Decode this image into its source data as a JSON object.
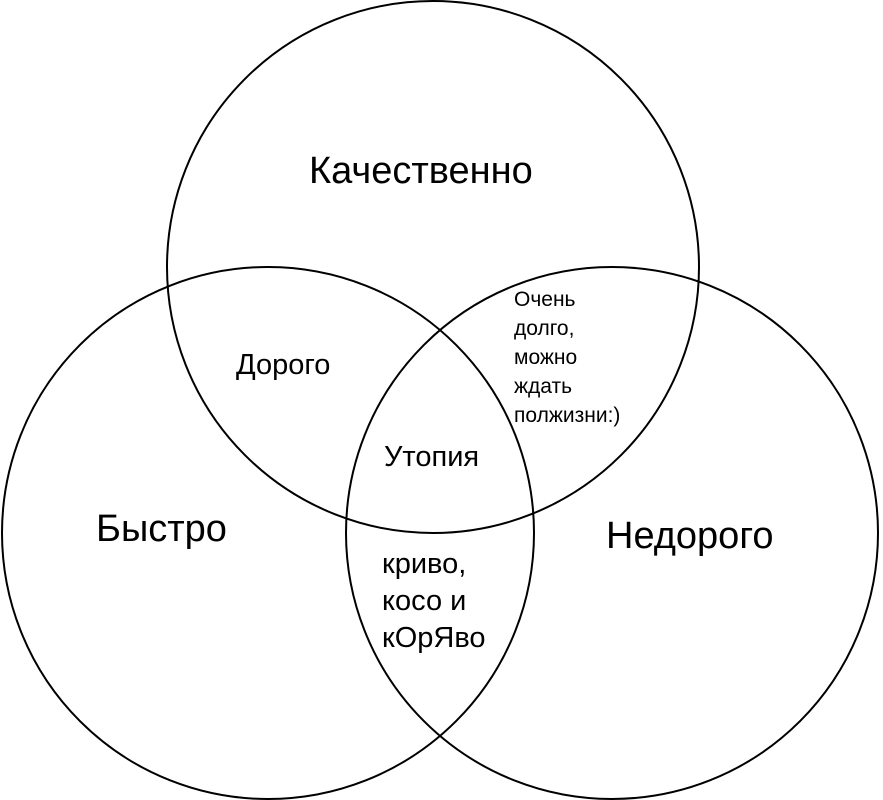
{
  "circles": [
    {
      "set": "Качественно"
    },
    {
      "set": "Быстро"
    },
    {
      "set": "Недорого"
    }
  ],
  "labels": {
    "quality": "Качественно",
    "fast": "Быстро",
    "cheap": "Недорого",
    "quality_fast": "Дорого",
    "all_three": "Утопия",
    "quality_cheap_lines": [
      "Очень",
      "долго,",
      "можно",
      "ждать",
      "полжизни:)"
    ],
    "fast_cheap_lines": [
      "криво,",
      "косо и",
      "кОрЯво"
    ]
  },
  "colors": {
    "stroke": "#000000",
    "background": "#ffffff",
    "text": "#000000"
  }
}
